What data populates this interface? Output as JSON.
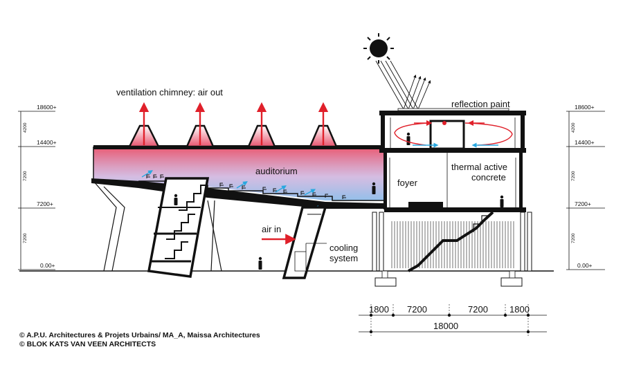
{
  "labels": {
    "chimney": "ventilation chimney: air out",
    "reflection": "reflection paint",
    "auditorium": "auditorium",
    "foyer": "foyer",
    "thermal_1": "thermal active",
    "thermal_2": "concrete",
    "air_in": "air in",
    "cooling_1": "cooling",
    "cooling_2": "system"
  },
  "levels": {
    "top": "18600+",
    "roof": "14400+",
    "first": "7200+",
    "ground": "0.00+"
  },
  "vertical_dims": {
    "upper": "4200",
    "middle": "7200",
    "lower": "7200"
  },
  "horizontal_dims": {
    "a": "1800",
    "b": "7200",
    "c": "7200",
    "d": "1800",
    "total": "18000"
  },
  "credits": {
    "line1": "© A.P.U. Architectures & Projets Urbains/ MA_A, Maissa Architectures",
    "line2": "© BLOK KATS VAN VEEN ARCHITECTS"
  },
  "colors": {
    "hot_air": "#e0202a",
    "cool_air": "#29a8e0",
    "gradient_top": "#e8546e",
    "gradient_bottom": "#7fb4e6"
  },
  "icons": {
    "sun": "sun-icon",
    "person": "person-icon"
  }
}
